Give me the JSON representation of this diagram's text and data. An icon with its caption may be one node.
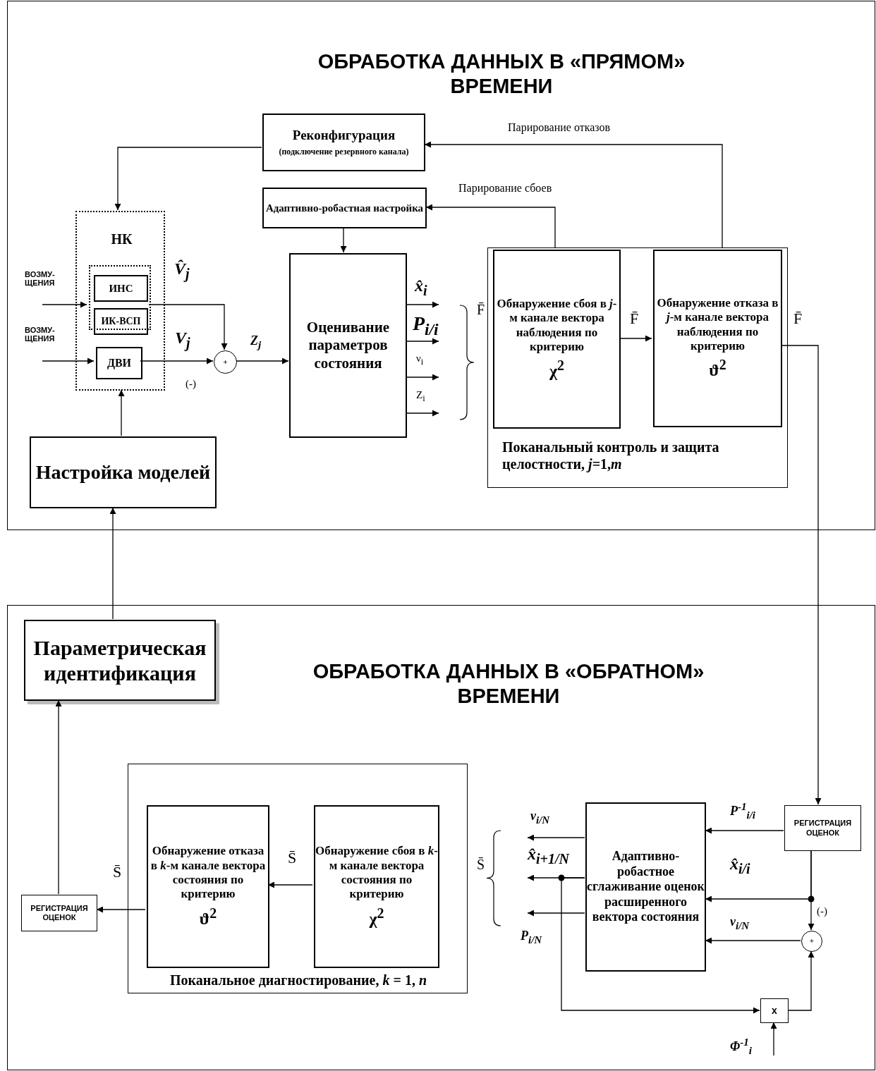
{
  "diagram": {
    "nodes": [
      {
        "text": [
          "ОБРАБОТКА ДАННЫХ В «ПРЯМОМ» ВРЕМЕНИ"
        ]
      },
      {
        "text": [
          "Реконфигурация",
          "(подключение резервного канала)"
        ],
        "in": 0
      },
      {
        "text": [
          "Адаптивно-робастная настройка"
        ],
        "in": 0
      },
      {
        "text": [
          "НК"
        ],
        "in": 0
      },
      {
        "text": [],
        "shape": "box",
        "in": 3
      },
      {
        "text": [
          "ИНС"
        ],
        "in": 4
      },
      {
        "text": [
          "ИК-ВСП"
        ],
        "in": 4
      },
      {
        "text": [
          "ДВИ"
        ],
        "in": 3
      },
      {
        "text": [
          "+"
        ],
        "in": 0
      },
      {
        "text": [
          "Оценивание параметров состояния"
        ],
        "in": 0
      },
      {
        "text": [
          "Поканальный контроль и защита целостности, *j*=1,*m*"
        ],
        "in": 0
      },
      {
        "text": [
          "Обнаружение сбоя в *j*-м канале вектора наблюдения по критерию",
          "χ$^{2}$"
        ],
        "in": 10
      },
      {
        "text": [
          "Обнаружение отказа в *j*-м канале вектора наблюдения по критерию",
          "ϑ$^{2}$"
        ],
        "in": 10
      },
      {
        "text": [
          "Настройка моделей"
        ],
        "in": 0
      },
      {
        "text": [
          "ОБРАБОТКА ДАННЫХ В «ОБРАТНОМ» ВРЕМЕНИ"
        ]
      },
      {
        "text": [
          "Параметрическая идентификация"
        ],
        "in": 14
      },
      {
        "text": [
          "Поканальное диагностирование, *k* = 1, *n*"
        ],
        "in": 14
      },
      {
        "text": [
          "Обнаружение отказа в *k*-м канале вектора состояния по критерию",
          "ϑ$^{2}$"
        ],
        "in": 16
      },
      {
        "text": [
          "Обнаружение сбоя в *k*-м канале вектора состояния по критерию",
          "χ$^{2}$"
        ],
        "in": 16
      },
      {
        "text": [
          "РЕГИСТРАЦИЯ ОЦЕНОК"
        ],
        "in": 14
      },
      {
        "text": [
          "Адаптивно-робастное сглаживание оценок расширенного вектора состояния"
        ],
        "in": 14
      },
      {
        "text": [
          "РЕГИСТРАЦИЯ ОЦЕНОК"
        ],
        "in": 14
      },
      {
        "text": [
          "+"
        ],
        "in": 14
      },
      {
        "text": [
          "x"
        ],
        "in": 14
      }
    ],
    "edges": [
      {
        "from": 1,
        "to": 3,
        "arrow": "to"
      },
      {
        "from": 12,
        "to": 1,
        "label": "Парирование отказов",
        "arrow": "to"
      },
      {
        "from": 11,
        "to": 2,
        "label": "Парирование сбоев",
        "arrow": "to"
      },
      {
        "from": 2,
        "to": 9,
        "arrow": "to"
      },
      {
        "from": null,
        "to": 4,
        "label": "ВОЗМУ- ЩЕНИЯ",
        "arrow": "to"
      },
      {
        "from": null,
        "to": 7,
        "label": "ВОЗМУ- ЩЕНИЯ",
        "arrow": "to"
      },
      {
        "from": 4,
        "to": 8,
        "label": "V̂$_{j}$",
        "arrow": "to"
      },
      {
        "from": 7,
        "to": 8,
        "label": "V$_{j}$",
        "arrow": "to"
      },
      {
        "from": 8,
        "to": 9,
        "label": "Z$_{j}$",
        "arrow": "to"
      },
      {
        "from": 9,
        "to": null,
        "label": "x̂$_{i}$",
        "arrow": "to"
      },
      {
        "from": 9,
        "to": null,
        "label": "P$_{i/i}$",
        "arrow": "to"
      },
      {
        "from": 9,
        "to": null,
        "label": "ν$_{i}$",
        "arrow": "to"
      },
      {
        "from": 9,
        "to": null,
        "label": "Z$_{i}$",
        "arrow": "to"
      },
      {
        "from": 11,
        "to": 12,
        "label": "F̄",
        "arrow": "to"
      },
      {
        "from": 12,
        "to": 21,
        "label": "F̄",
        "arrow": "to"
      },
      {
        "from": 13,
        "to": 3,
        "arrow": "to"
      },
      {
        "from": 15,
        "to": 13,
        "arrow": "to"
      },
      {
        "from": 21,
        "to": 20,
        "label": "P$^{-1}$$_{i/i}$",
        "arrow": "to"
      },
      {
        "from": 21,
        "to": 20,
        "label": "x̂$_{i/i}$",
        "arrow": "to"
      },
      {
        "from": 21,
        "to": 22,
        "label": "(-)",
        "arrow": "to"
      },
      {
        "from": 22,
        "to": 20,
        "label": "ν$_{i/N}$",
        "arrow": "to"
      },
      {
        "from": 23,
        "to": 22,
        "arrow": "to"
      },
      {
        "from": null,
        "to": 23,
        "label": "Φ$^{-1}$$_{i}$",
        "arrow": "to"
      },
      {
        "from": 20,
        "to": 23,
        "arrow": "to"
      },
      {
        "from": 20,
        "to": null,
        "label": "ν$_{i/N}$",
        "arrow": "to"
      },
      {
        "from": 20,
        "to": null,
        "label": "x̂$_{i+1/N}$",
        "arrow": "to"
      },
      {
        "from": 20,
        "to": null,
        "label": "P$_{i/N}$",
        "arrow": "to"
      },
      {
        "from": 18,
        "to": 17,
        "label": "S̄",
        "arrow": "to"
      },
      {
        "from": 17,
        "to": 19,
        "label": "S̄",
        "arrow": "to"
      },
      {
        "from": 19,
        "to": 15,
        "arrow": "to"
      }
    ],
    "labels": [
      "(-)",
      "F̄",
      "S̄"
    ]
  }
}
